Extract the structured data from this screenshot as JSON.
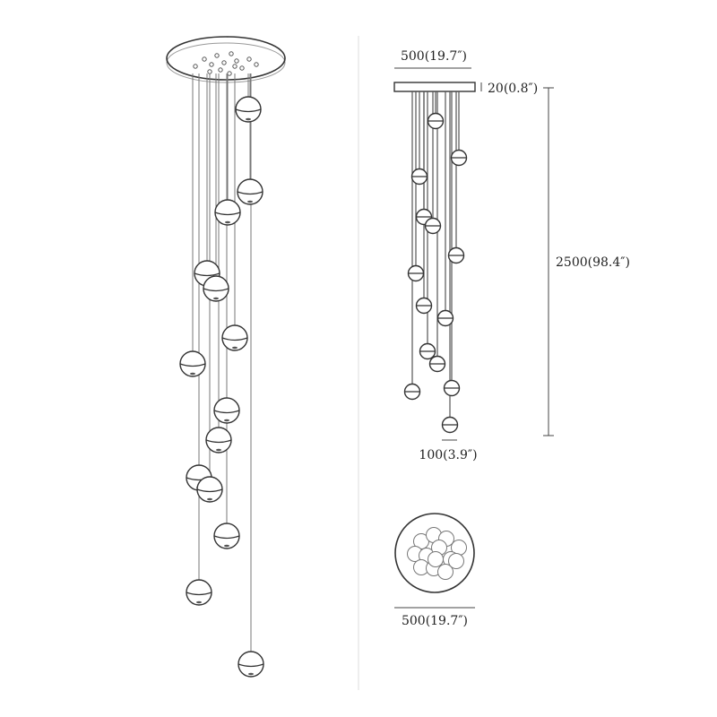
{
  "labels": {
    "top_width": "500(19.7″)",
    "canopy_thickness": "20(0.8″)",
    "total_height": "2500(98.4″)",
    "ball_diameter": "100(3.9″)",
    "plan_diameter": "500(19.7″)"
  },
  "colors": {
    "line": "#333333",
    "cord": "#777777",
    "background": "#ffffff"
  }
}
